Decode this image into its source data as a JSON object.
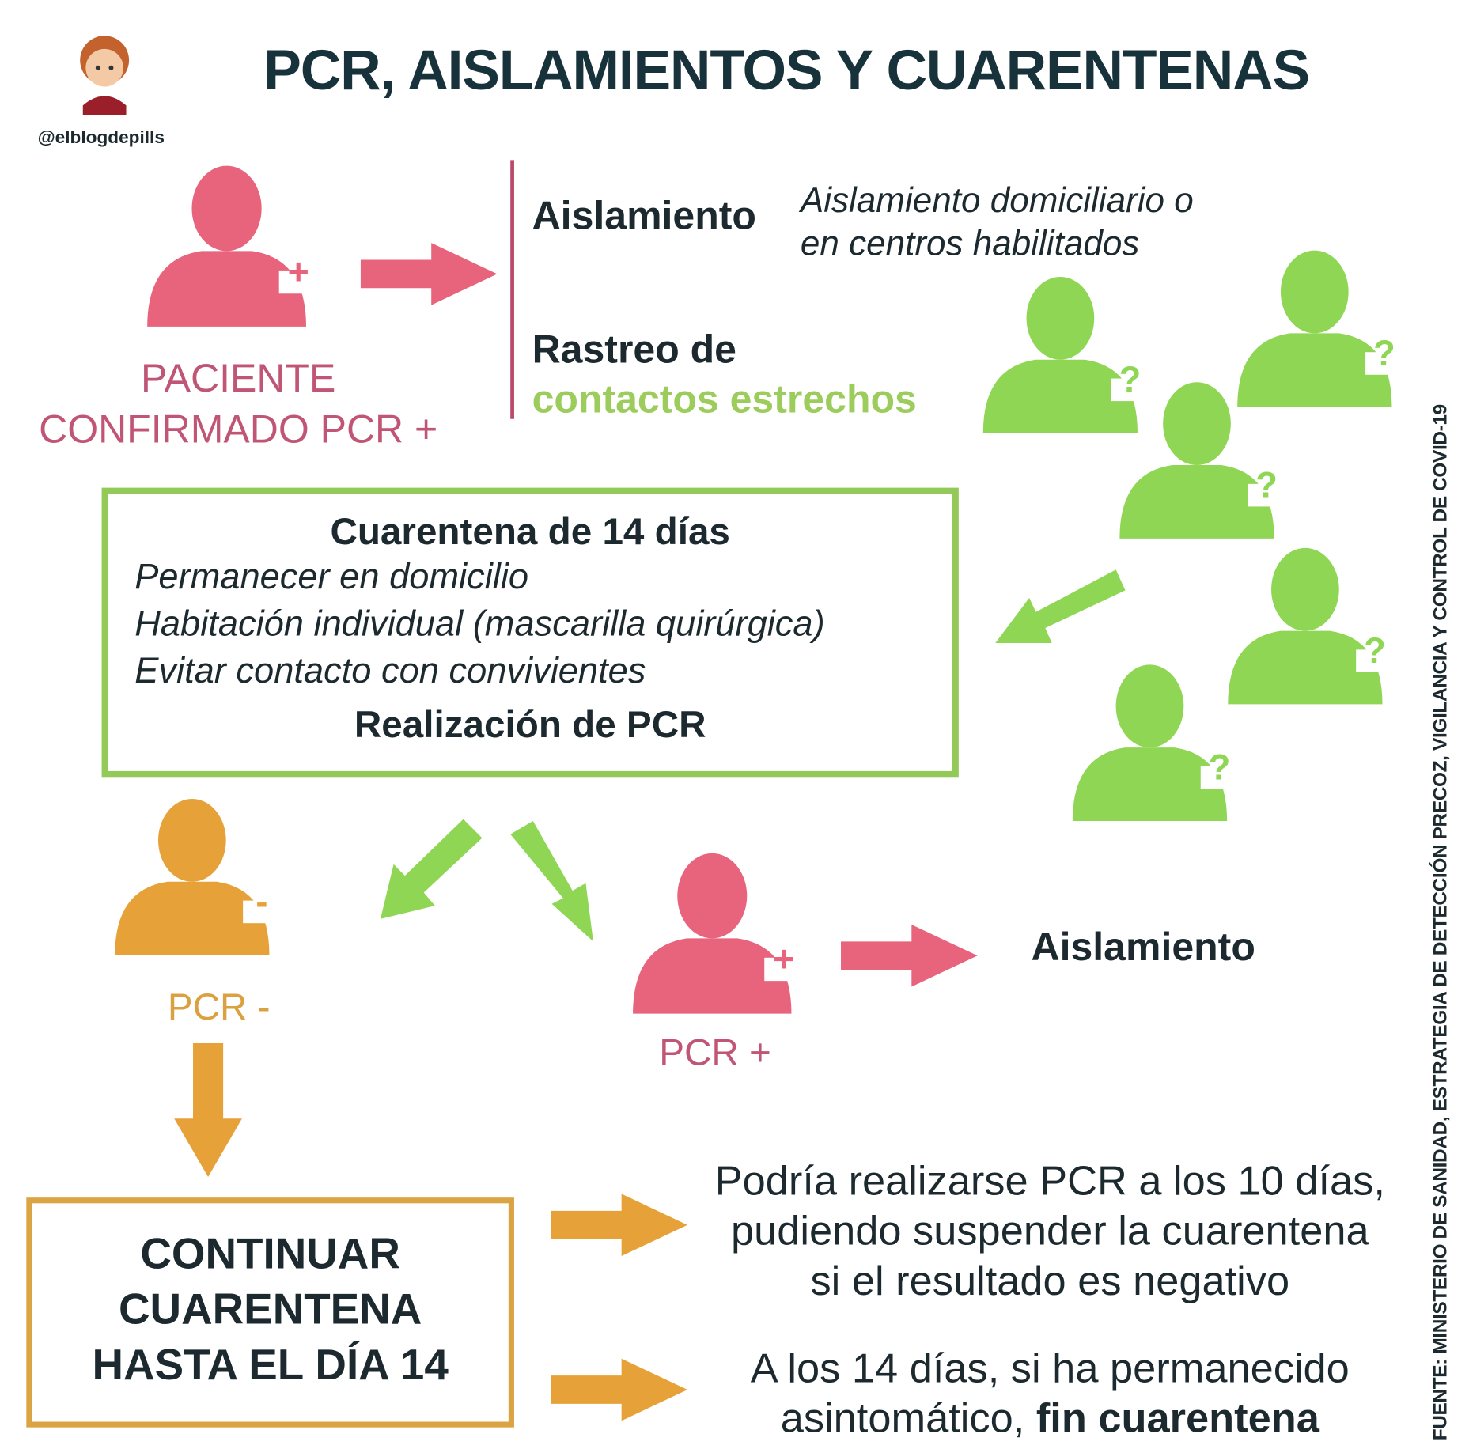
{
  "logo": {
    "handle": "@elblogdepills"
  },
  "title": "PCR, AISLAMIENTOS Y CUARENTENAS",
  "patient": {
    "line1": "PACIENTE",
    "line2": "CONFIRMADO PCR +",
    "badge": "+"
  },
  "actions": {
    "isolation": "Aislamiento",
    "isolation_detail_1": "Aislamiento domiciliario o",
    "isolation_detail_2": "en centros habilitados",
    "tracing_1": "Rastreo de",
    "tracing_2": "contactos estrechos"
  },
  "contacts": {
    "badge": "?"
  },
  "quarantine_box": {
    "title": "Cuarentena de 14 días",
    "items": [
      "Permanecer en domicilio",
      "Habitación individual (mascarilla quirúrgica)",
      "Evitar contacto con convivientes"
    ],
    "footer": "Realización de PCR"
  },
  "negative": {
    "label": "PCR -",
    "badge": "-"
  },
  "positive": {
    "label": "PCR +",
    "badge": "+",
    "result": "Aislamiento"
  },
  "continue_box": {
    "lines": [
      "CONTINUAR",
      "CUARENTENA",
      "HASTA EL DÍA 14"
    ]
  },
  "outcomes": {
    "option1": [
      "Podría realizarse PCR a los 10 días,",
      "pudiendo suspender la cuarentena",
      "si el resultado es negativo"
    ],
    "option2_line1": "A los 14 días, si ha permanecido",
    "option2_line2_prefix": "asintomático, ",
    "option2_line2_bold": "fin cuarentena"
  },
  "source": "FUENTE: MINISTERIO DE SANIDAD, ESTRATEGIA DE DETECCIÓN PRECOZ, VIGILANCIA Y CONTROL DE COVID-19",
  "colors": {
    "pink": "#e8637c",
    "green": "#8fd654",
    "orange": "#e6a238",
    "text": "#1c2a30"
  }
}
